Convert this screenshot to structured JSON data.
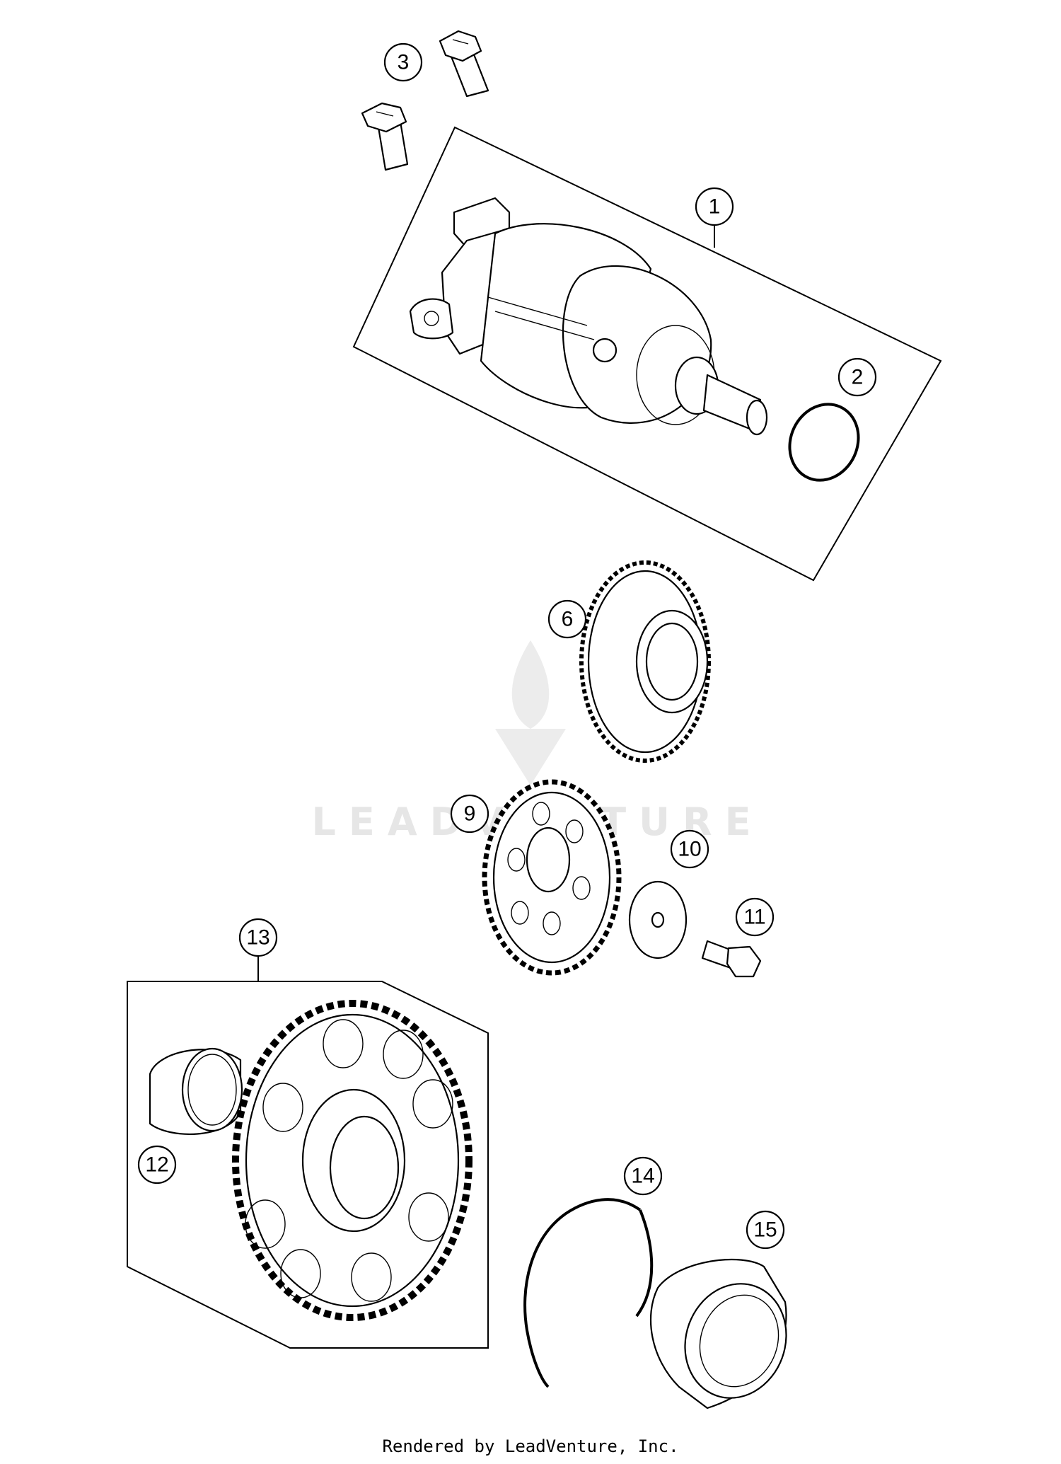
{
  "callouts": [
    {
      "id": "1",
      "label": "1"
    },
    {
      "id": "2",
      "label": "2"
    },
    {
      "id": "3",
      "label": "3"
    },
    {
      "id": "6",
      "label": "6"
    },
    {
      "id": "9",
      "label": "9"
    },
    {
      "id": "10",
      "label": "10"
    },
    {
      "id": "11",
      "label": "11"
    },
    {
      "id": "12",
      "label": "12"
    },
    {
      "id": "13",
      "label": "13"
    },
    {
      "id": "14",
      "label": "14"
    },
    {
      "id": "15",
      "label": "15"
    }
  ],
  "watermark": {
    "text": "LEADVENTURE"
  },
  "footer": {
    "credit": "Rendered by LeadVenture, Inc."
  },
  "colors": {
    "line": "#000000",
    "background": "#ffffff",
    "watermark": "#e6e6e6"
  }
}
